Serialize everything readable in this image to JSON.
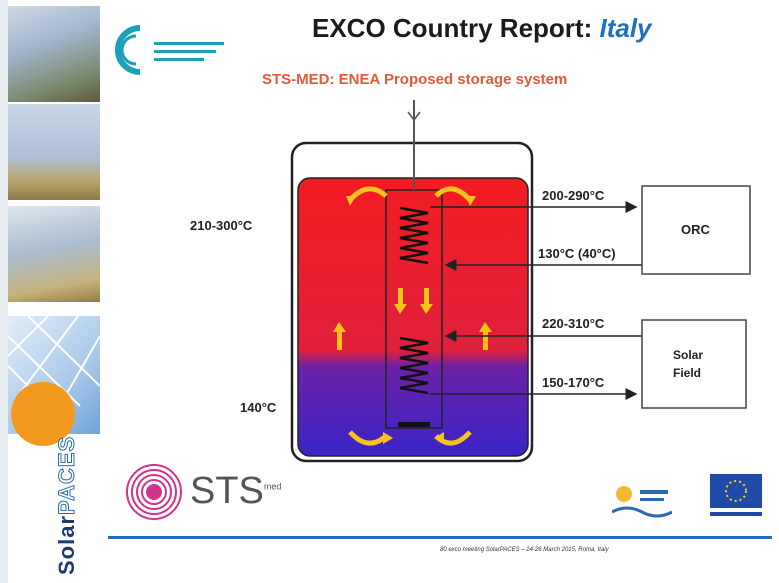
{
  "title": {
    "prefix": "EXCO Country Report",
    "colon": ":",
    "country": "Italy"
  },
  "subtitle": "STS-MED:  ENEA Proposed storage system",
  "diagram": {
    "top_temp": "210-300°C",
    "bottom_temp": "140°C",
    "orc_hot": "200-290°C",
    "orc_return": "130°C (40°C)",
    "solar_hot": "220-310°C",
    "solar_return": "150-170°C",
    "orc_label": "ORC",
    "solar_line1": "Solar",
    "solar_line2": "Field",
    "colors": {
      "hot": "#f21c22",
      "cold": "#3b23c8",
      "arrow": "#f6c21b",
      "outline": "#222222"
    }
  },
  "logos": {
    "sts_main": "STS",
    "sts_sup": "med",
    "sidebar_solar": "Solar",
    "sidebar_paces": "PACES"
  },
  "footer": "80 exco meeting SolarPACES – 24-26 March 2015, Roma, Italy"
}
